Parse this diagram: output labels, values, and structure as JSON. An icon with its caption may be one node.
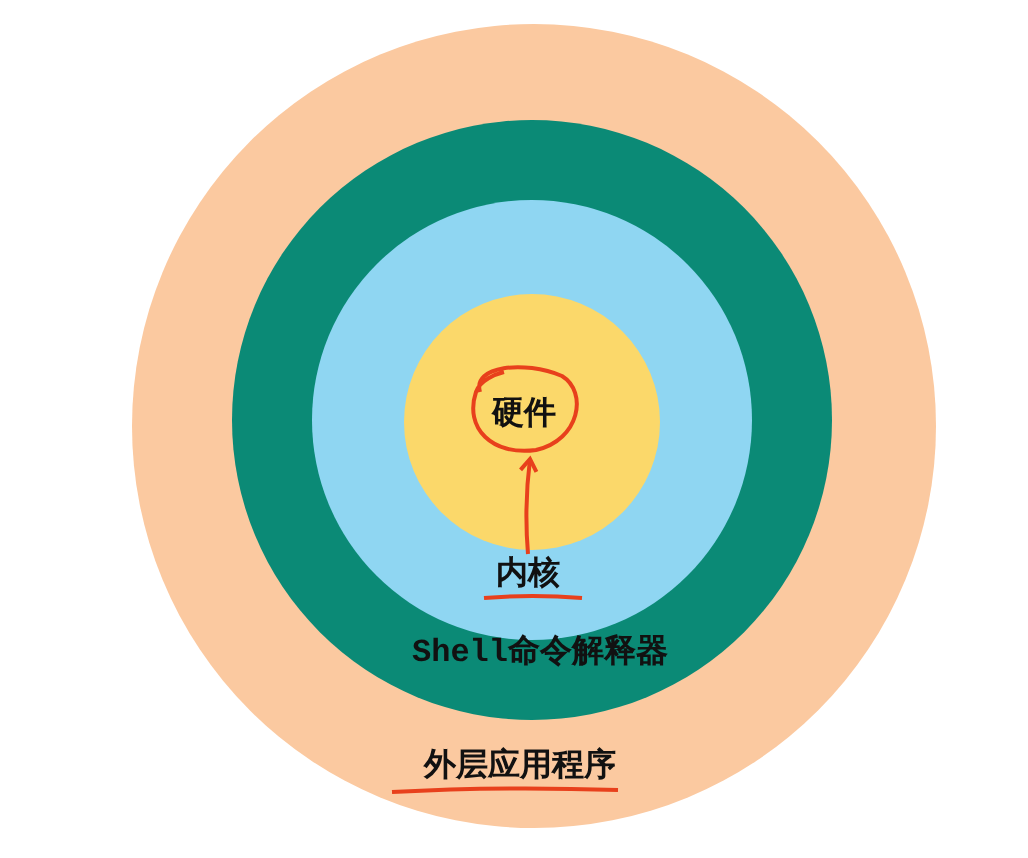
{
  "diagram": {
    "nodes": [
      {
        "text": [
          "外层应用程序"
        ]
      },
      {
        "text": [
          "Shell命令解释器"
        ],
        "in": 0
      },
      {
        "text": [
          "内核"
        ],
        "in": 1
      },
      {
        "text": [
          "硬件"
        ],
        "in": 2
      }
    ],
    "edges": [
      {
        "from": null,
        "to": 3,
        "arrow": "to",
        "color": "#e8401c"
      }
    ]
  }
}
